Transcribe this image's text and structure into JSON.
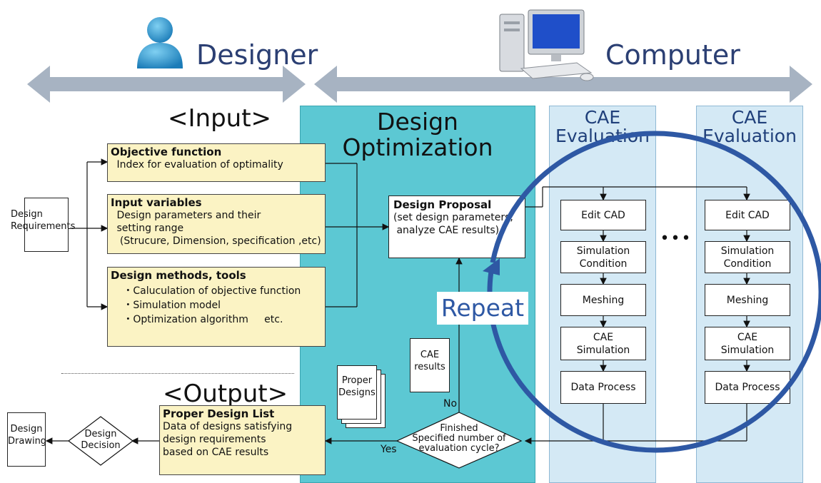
{
  "header": {
    "designer_label": "Designer",
    "computer_label": "Computer",
    "designer_icon": "person-icon",
    "computer_icon": "desktop-computer-icon"
  },
  "sections": {
    "input_title": "<Input>",
    "output_title": "<Output>"
  },
  "colors": {
    "optimization_bg": "#5cc8d3",
    "cae_bg": "#d4e9f5",
    "yellow_box": "#fbf3c4",
    "repeat_circle": "#2e58a4",
    "arrow_gray": "#a7b3c2"
  },
  "requirements_doc": "Design\nRequirements",
  "input_boxes": [
    {
      "heading": "Objective function",
      "lines": [
        " Index for evaluation of optimality"
      ]
    },
    {
      "heading": "Input variables",
      "lines": [
        " Design parameters and their",
        " setting range",
        "  (Strucure, Dimension, specification ,etc)"
      ]
    },
    {
      "heading": "Design methods, tools",
      "lines": [
        "   ・Caluculation of objective function",
        "   ・Simulation model",
        "   ・Optimization algorithm     etc."
      ]
    }
  ],
  "optimization": {
    "title_line1": "Design",
    "title_line2": "Optimization",
    "proposal_heading": "Design Proposal",
    "proposal_lines": [
      "(set design parameters,",
      " analyze CAE results)"
    ],
    "cae_results_doc": "CAE\nresults",
    "proper_designs_doc": "Proper\nDesigns",
    "decision_text": "Finished\nSpecified number of\nevaluation cycle?",
    "no_label": "No",
    "yes_label": "Yes",
    "repeat_label": "Repeat"
  },
  "cae_columns": [
    {
      "title_line1": "CAE",
      "title_line2": "Evaluation",
      "steps": [
        "Edit CAD",
        "Simulation\nCondition",
        "Meshing",
        "CAE\nSimulation",
        "Data Process"
      ]
    },
    {
      "title_line1": "CAE",
      "title_line2": "Evaluation",
      "steps": [
        "Edit CAD",
        "Simulation\nCondition",
        "Meshing",
        "CAE\nSimulation",
        "Data Process"
      ]
    }
  ],
  "ellipsis": "•••",
  "output": {
    "list_heading": "Proper Design List",
    "list_lines": [
      "Data of designs satisfying",
      "design requirements",
      "based on CAE results"
    ],
    "decision_label": "Design\nDecision",
    "drawing_doc": "Design\nDrawing"
  }
}
